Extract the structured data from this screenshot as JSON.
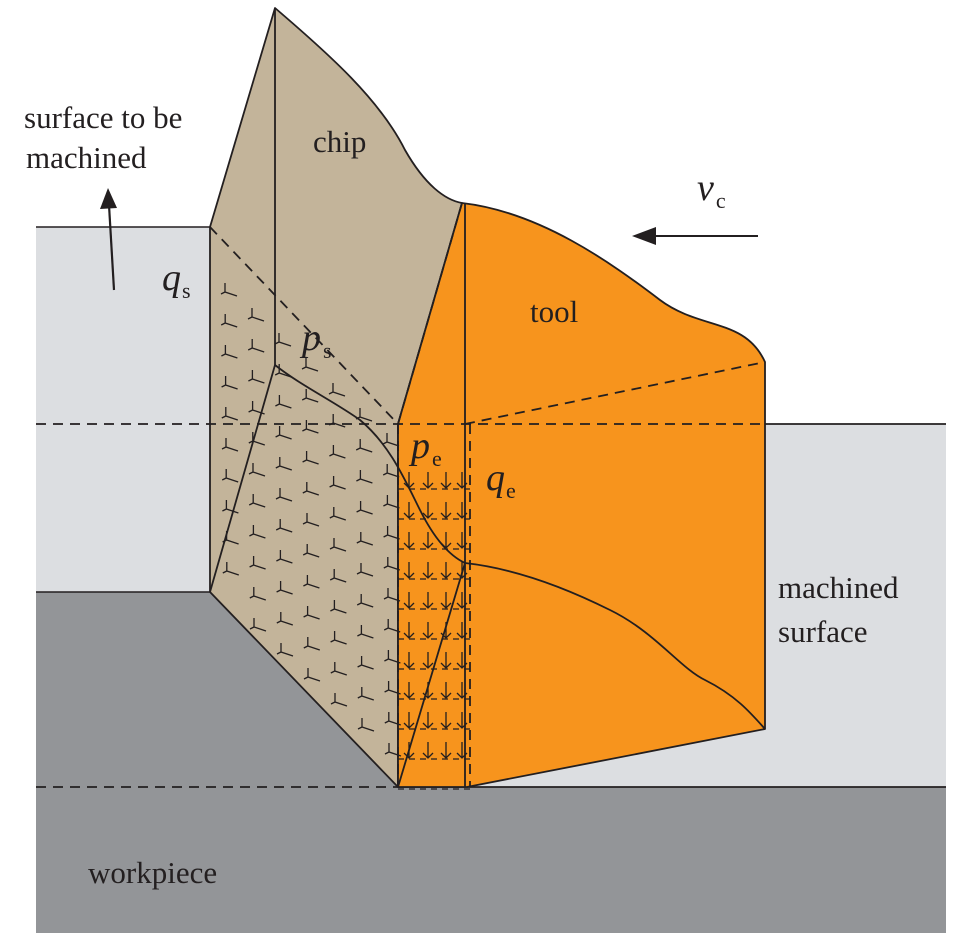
{
  "labels": {
    "surface_to_be_machined_line1": "surface to be",
    "surface_to_be_machined_line2": "machined",
    "chip": "chip",
    "tool": "tool",
    "machined_surface_line1": "machined",
    "machined_surface_line2": "surface",
    "workpiece": "workpiece"
  },
  "symbols": {
    "qs": {
      "base": "q",
      "sub": "s"
    },
    "ps": {
      "base": "p",
      "sub": "s"
    },
    "pe": {
      "base": "p",
      "sub": "e"
    },
    "qe": {
      "base": "q",
      "sub": "e"
    },
    "vc": {
      "base": "v",
      "sub": "c"
    }
  },
  "colors": {
    "chip": "#c3b49a",
    "tool": "#f7941d",
    "workpiece_light": "#dcdee1",
    "workpiece_dark": "#939598",
    "line": "#231f20"
  }
}
